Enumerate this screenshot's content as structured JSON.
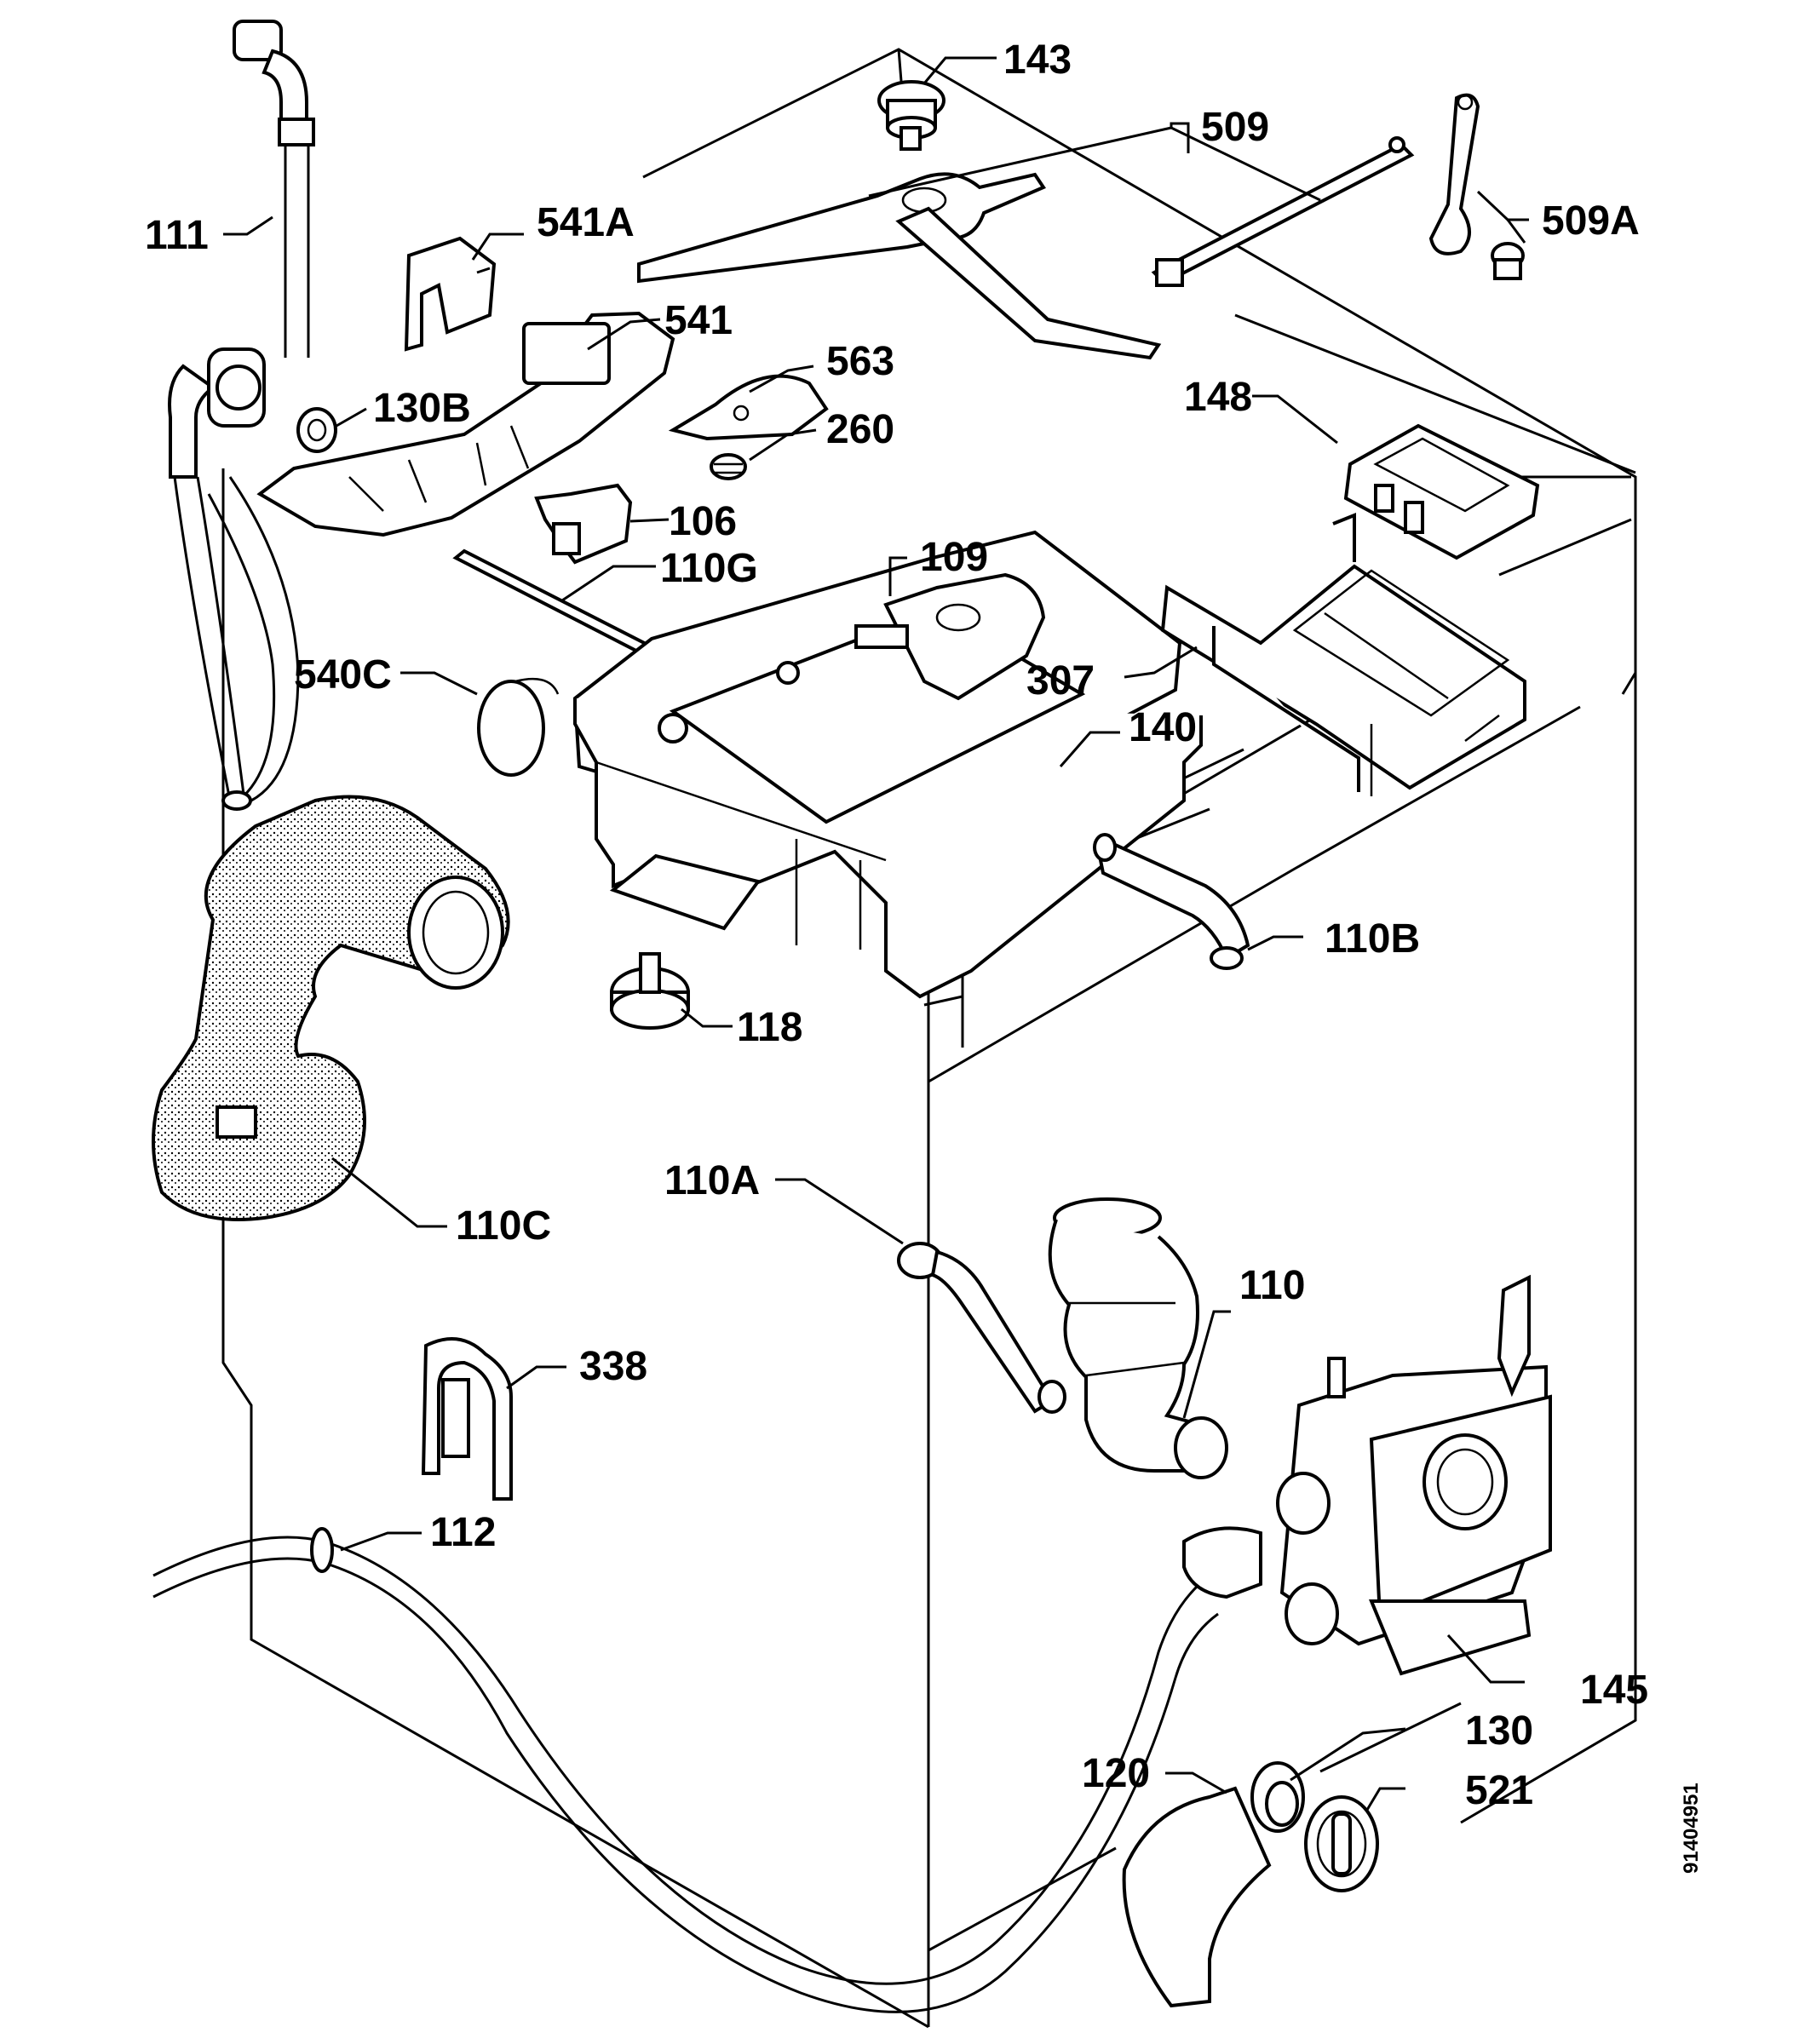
{
  "labels": {
    "l111": "111",
    "l541a": "541A",
    "l541": "541",
    "l130b": "130B",
    "l143": "143",
    "l509": "509",
    "l509a": "509A",
    "l563": "563",
    "l260": "260",
    "l148": "148",
    "l106": "106",
    "l110g": "110G",
    "l109": "109",
    "l540c": "540C",
    "l307": "307",
    "l140": "140",
    "l110b": "110B",
    "l118": "118",
    "l110c": "110C",
    "l110a": "110A",
    "l110": "110",
    "l338": "338",
    "l112": "112",
    "l145": "145",
    "l130": "130",
    "l120": "120",
    "l521": "521"
  },
  "drawing_code": "91404951"
}
